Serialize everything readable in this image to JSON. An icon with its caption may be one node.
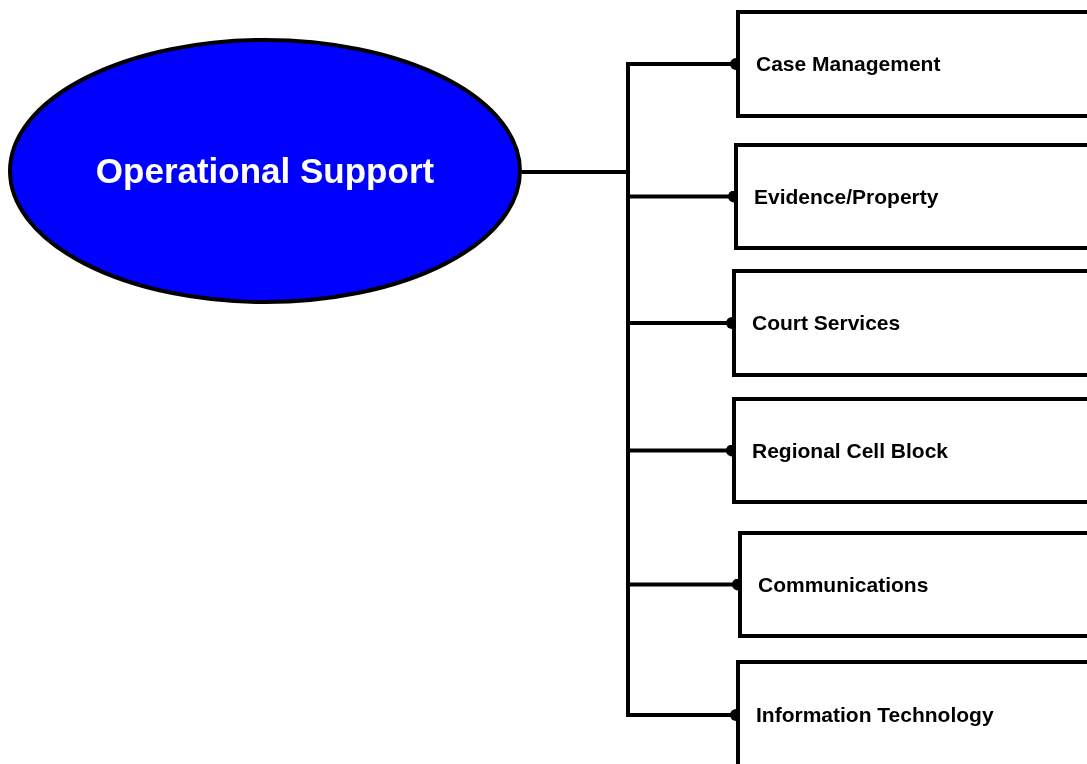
{
  "diagram": {
    "nodes": [
      {
        "text": [
          "Operational Support"
        ]
      },
      {
        "text": [
          "Case Management"
        ]
      },
      {
        "text": [
          "Evidence/Property"
        ]
      },
      {
        "text": [
          "Court Services"
        ]
      },
      {
        "text": [
          "Regional Cell Block"
        ]
      },
      {
        "text": [
          "Communications"
        ]
      },
      {
        "text": [
          "Information Technology"
        ]
      }
    ],
    "edges": [
      {
        "from": 0,
        "to": 1,
        "arrow": "other"
      },
      {
        "from": 0,
        "to": 2,
        "arrow": "other"
      },
      {
        "from": 0,
        "to": 3,
        "arrow": "other"
      },
      {
        "from": 0,
        "to": 4,
        "arrow": "other"
      },
      {
        "from": 0,
        "to": 5,
        "arrow": "other"
      },
      {
        "from": 0,
        "to": 6,
        "arrow": "other"
      }
    ]
  }
}
